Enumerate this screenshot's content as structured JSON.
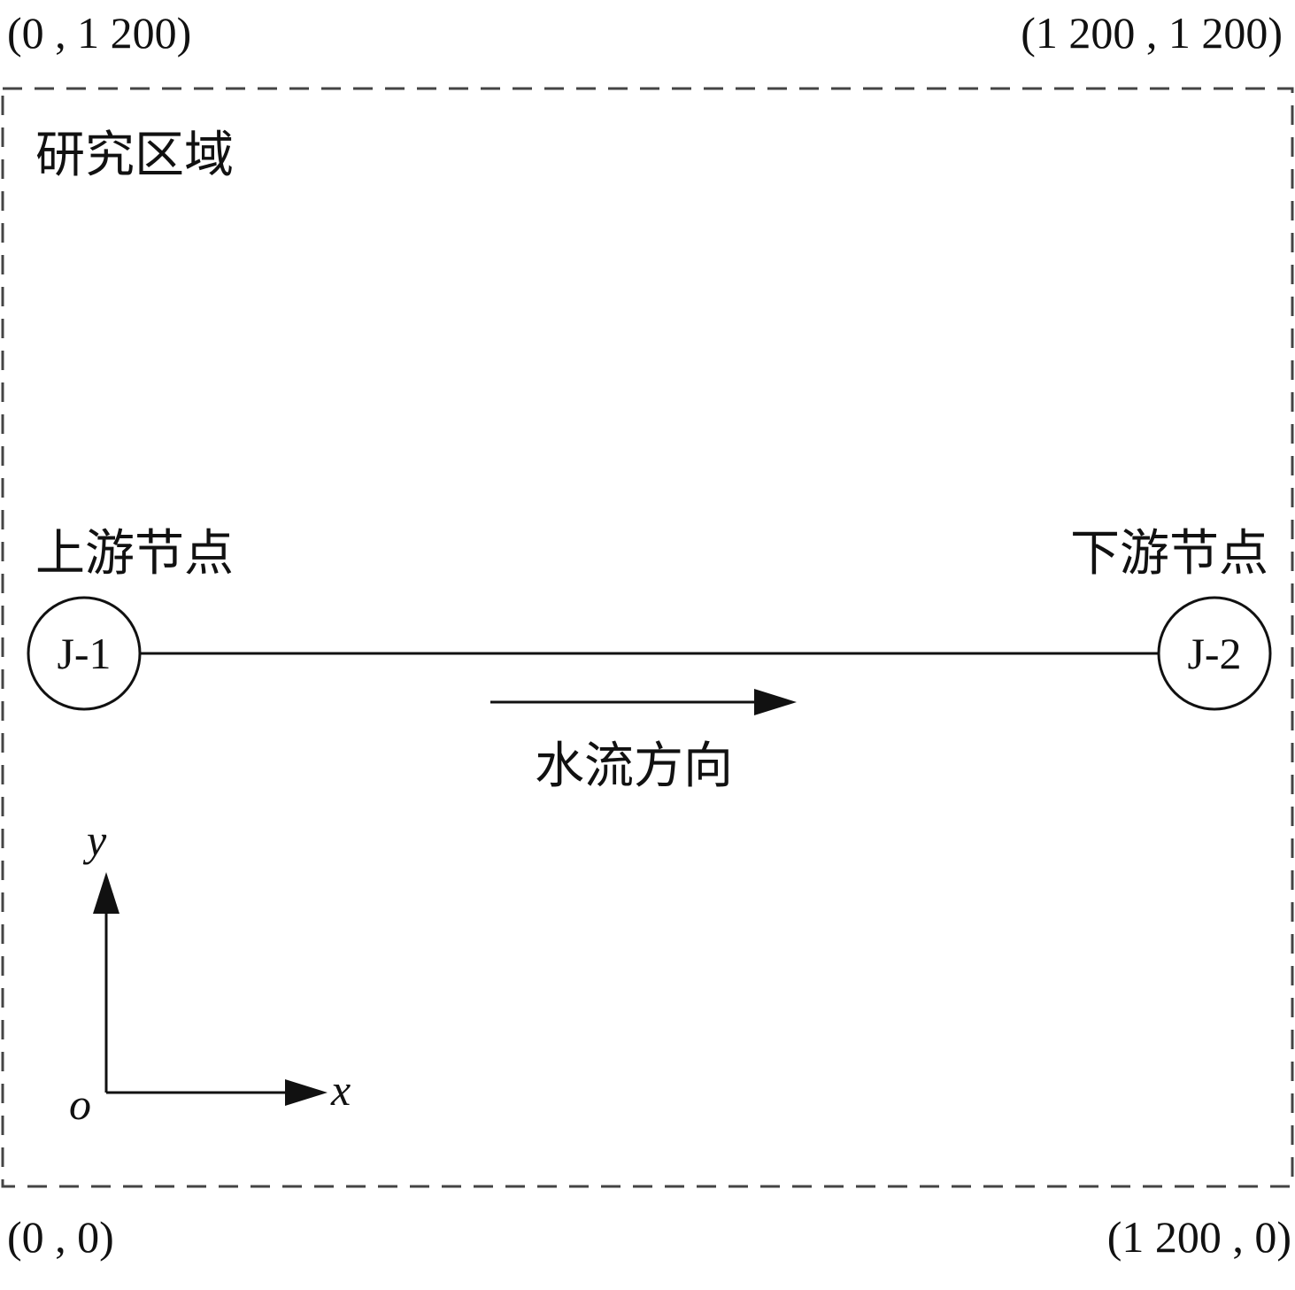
{
  "corners": {
    "top_left": "(0 , 1 200)",
    "top_right": "(1 200 , 1 200)",
    "bottom_left": "(0 , 0)",
    "bottom_right": "(1 200 , 0)"
  },
  "region_label": "研究区域",
  "upstream": {
    "label": "上游节点",
    "node_id": "J-1"
  },
  "downstream": {
    "label": "下游节点",
    "node_id": "J-2"
  },
  "flow_label": "水流方向",
  "axes": {
    "origin": "o",
    "x": "x",
    "y": "y"
  },
  "colors": {
    "line": "#111111",
    "boundary": "#444444",
    "background": "#ffffff"
  }
}
